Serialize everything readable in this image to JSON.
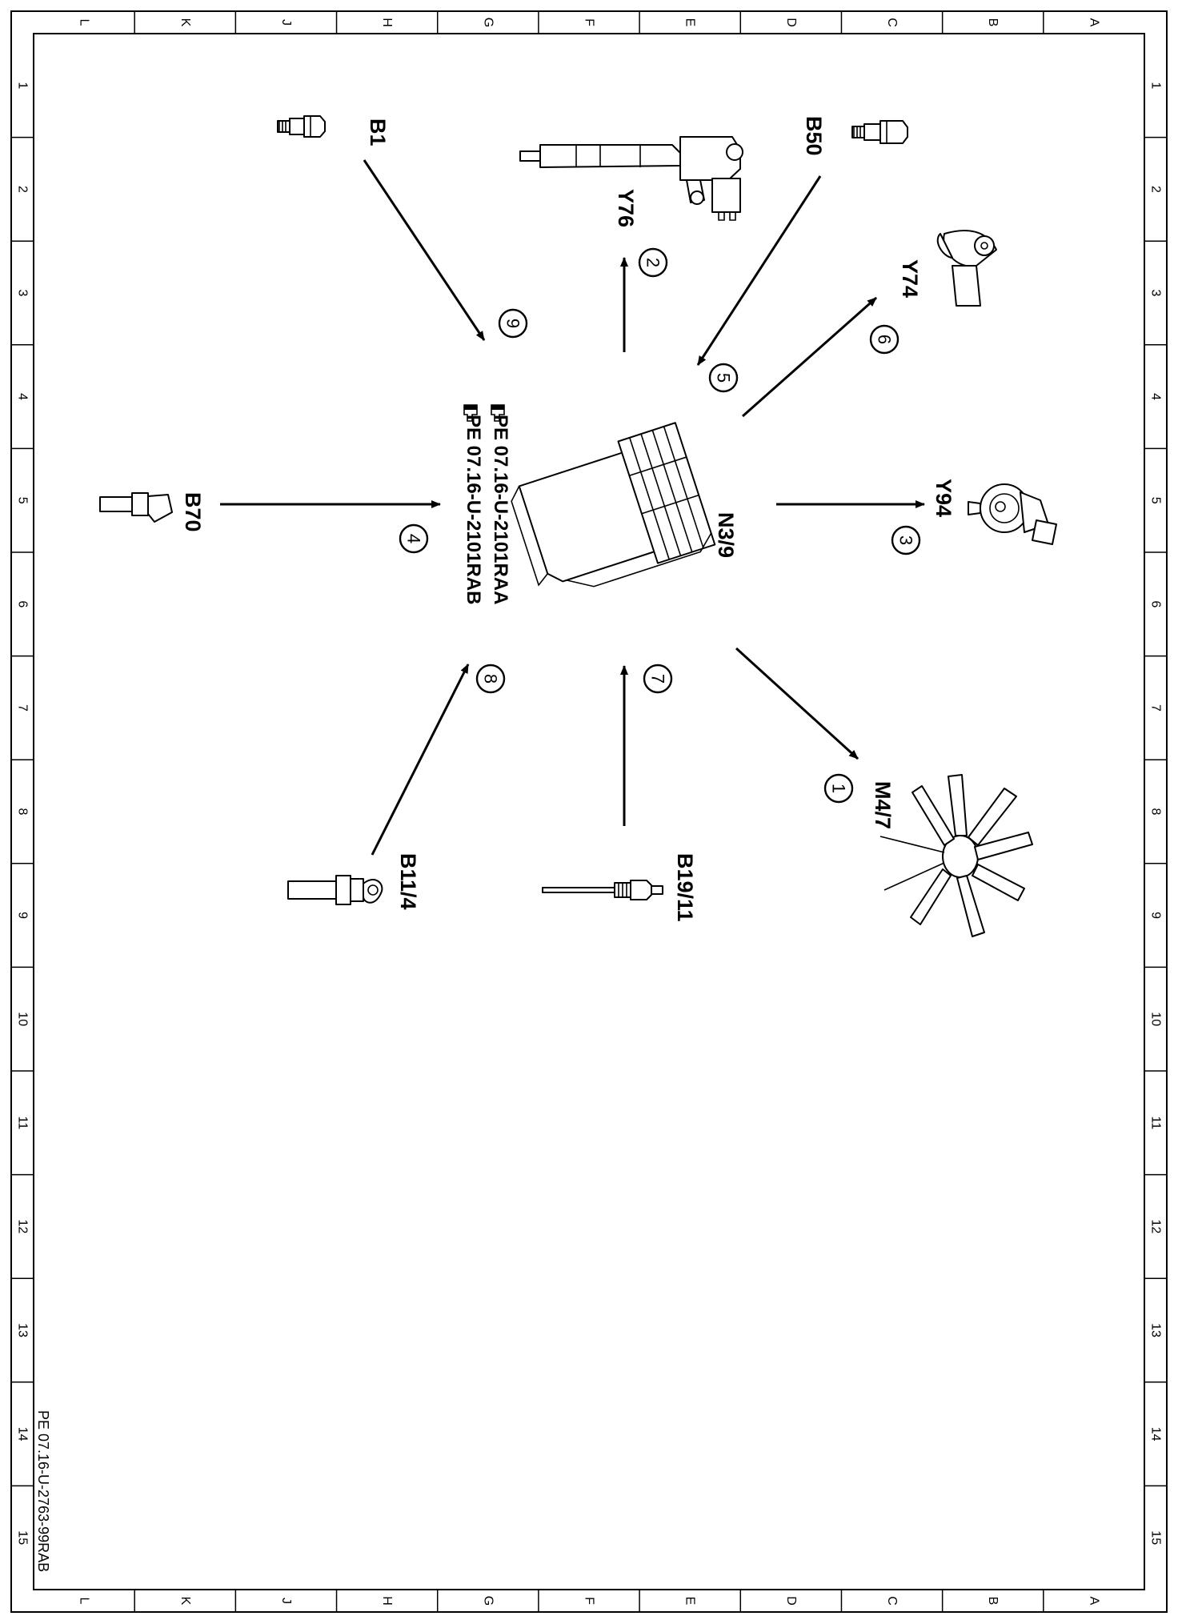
{
  "frame": {
    "column_letters": [
      "L",
      "K",
      "J",
      "H",
      "G",
      "F",
      "E",
      "D",
      "C",
      "B",
      "A"
    ],
    "row_numbers": [
      "1",
      "2",
      "3",
      "4",
      "5",
      "6",
      "7",
      "8",
      "9",
      "10",
      "11",
      "12",
      "13",
      "14",
      "15"
    ]
  },
  "center_unit": {
    "label": "N3/9",
    "references": [
      "PE 07.16-U-2101RAA",
      "PE 07.16-U-2101RAB"
    ]
  },
  "components": [
    {
      "id": "b1",
      "label": "B1",
      "icon": "temperature-sensor-icon",
      "step": "9",
      "direction": "input"
    },
    {
      "id": "y76",
      "label": "Y76",
      "icon": "injector-icon",
      "step": "2",
      "direction": "output"
    },
    {
      "id": "b50",
      "label": "B50",
      "icon": "temperature-sensor-icon",
      "step": "5",
      "direction": "input"
    },
    {
      "id": "y74",
      "label": "Y74",
      "icon": "pressure-valve-icon",
      "step": "6",
      "direction": "output"
    },
    {
      "id": "y94",
      "label": "Y94",
      "icon": "quantity-valve-icon",
      "step": "3",
      "direction": "output"
    },
    {
      "id": "m47",
      "label": "M4/7",
      "icon": "fan-icon",
      "step": "1",
      "direction": "output"
    },
    {
      "id": "b1911",
      "label": "B19/11",
      "icon": "exhaust-temp-sensor-icon",
      "step": "7",
      "direction": "input"
    },
    {
      "id": "b114",
      "label": "B11/4",
      "icon": "coolant-sensor-icon",
      "step": "8",
      "direction": "input"
    },
    {
      "id": "b70",
      "label": "B70",
      "icon": "crankshaft-sensor-icon",
      "step": "4",
      "direction": "input"
    }
  ],
  "footer": {
    "code": "PE 07.16-U-2763-99RAB"
  }
}
